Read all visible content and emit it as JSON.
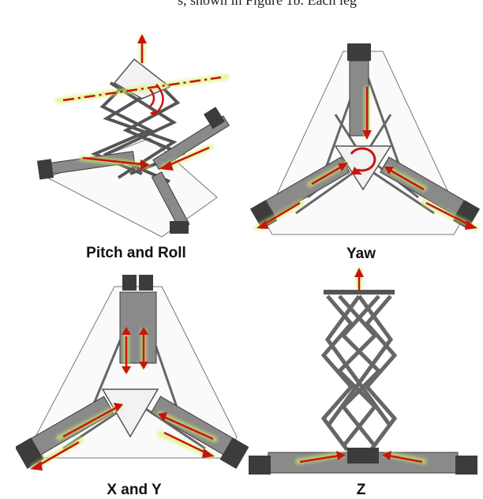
{
  "top_fragment": "s, shown in Figure 1b. Each leg",
  "panels": [
    {
      "id": "pitch-roll",
      "caption": "Pitch and Roll"
    },
    {
      "id": "yaw",
      "caption": "Yaw"
    },
    {
      "id": "x-y",
      "caption": "X and Y"
    },
    {
      "id": "z",
      "caption": "Z"
    }
  ],
  "colors": {
    "motion_arrow": "#c8140f",
    "arrow_glow": "#d4f06a",
    "frame_dark": "#3c3c3c",
    "frame_mid": "#8a8a8a",
    "plate": "#fafafa"
  }
}
